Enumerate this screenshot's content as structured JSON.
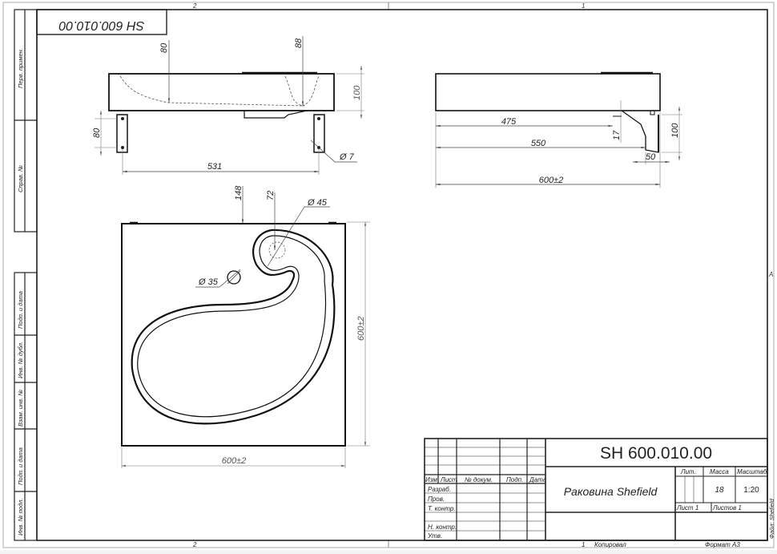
{
  "sheet": {
    "zone_labels_top": [
      "2",
      "1"
    ],
    "zone_labels_bottom": [
      "2",
      "1"
    ],
    "zone_label_right": "A",
    "rotated_designation": "SH 600.010.00",
    "copied_label": "Копировал",
    "format_label": "Формат А3",
    "file_label": "Файл: Shefield"
  },
  "left_strip": {
    "labels": [
      "Перв. примен.",
      "Справ. №",
      "Подп. и дата",
      "Инв. № дубл.",
      "Взам. инв. №",
      "Подп. и дата",
      "Инв. № подл."
    ]
  },
  "front_view": {
    "dims": {
      "depth_left": "80",
      "depth_right": "88",
      "height": "100",
      "bracket_holes": "80",
      "hole_spacing": "531",
      "hole_diameter": "Ø 7"
    }
  },
  "side_view": {
    "dims": {
      "d475": "475",
      "d550": "550",
      "d600": "600±2",
      "d17": "17",
      "d100": "100",
      "d50": "50"
    }
  },
  "plan_view": {
    "dims": {
      "tap_offset": "148",
      "drain_offset": "72",
      "drain_diameter": "Ø 45",
      "tap_diameter": "Ø 35",
      "width": "600±2",
      "depth": "600±2"
    }
  },
  "title_block": {
    "designation": "SH 600.010.00",
    "name": "Раковина Shefield",
    "headers": [
      "Изм.",
      "Лист",
      "№ докум.",
      "Подп.",
      "Дата"
    ],
    "roles": [
      "Разраб.",
      "Пров.",
      "Т. контр.",
      "",
      "Н. контр.",
      "Утв."
    ],
    "lit_label": "Лит.",
    "mass_label": "Масса",
    "scale_label": "Масштаб",
    "mass_value": "18",
    "scale_value": "1:20",
    "sheet_label": "Лист 1",
    "sheets_label": "Листов 1"
  }
}
